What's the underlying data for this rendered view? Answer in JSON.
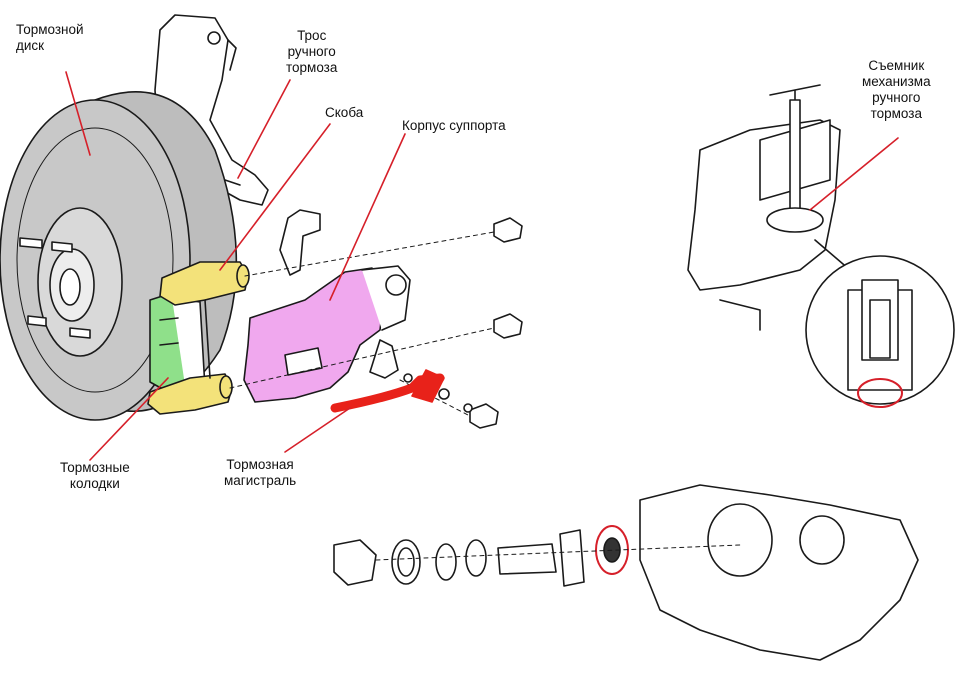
{
  "labels": {
    "disc": "Тормозной\nдиск",
    "cable": "Трос\nручного\nтормоза",
    "bracket": "Скоба",
    "caliper_body": "Корпус суппорта",
    "pads": "Тормозные\nколодки",
    "brake_line": "Тормозная\nмагистраль",
    "puller": "Съемник\nмеханизма\nручного\nтормоза"
  },
  "colors": {
    "pads": "#8fe08a",
    "bracket": "#f3e27a",
    "caliper": "#f0a8ee",
    "hose": "#e8221a",
    "leader": "#d6202a",
    "outline": "#1a1a1a",
    "disc_fill": "#c8c8c8"
  }
}
